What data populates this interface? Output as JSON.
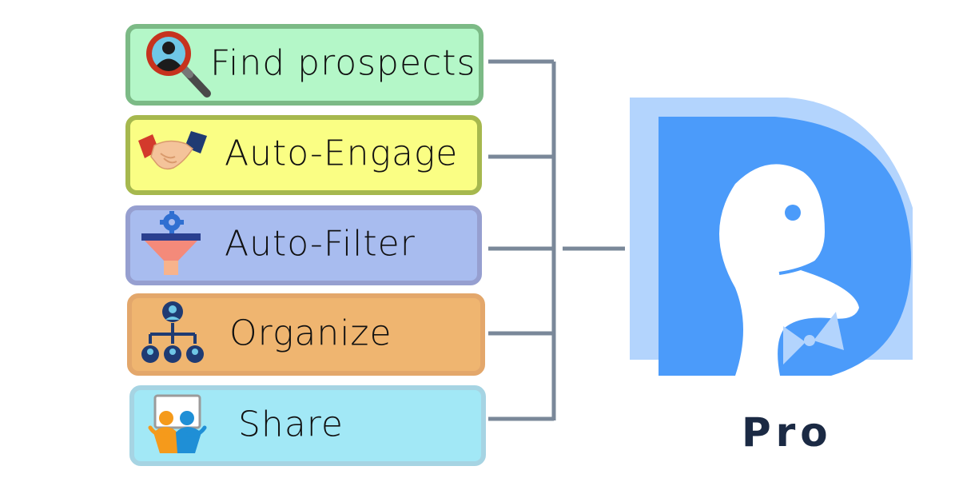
{
  "features": [
    {
      "key": "find",
      "label": "Find prospects",
      "icon": "magnifier-person-icon"
    },
    {
      "key": "engage",
      "label": "Auto-Engage",
      "icon": "handshake-icon"
    },
    {
      "key": "filter",
      "label": "Auto-Filter",
      "icon": "funnel-gear-icon"
    },
    {
      "key": "organize",
      "label": "Organize",
      "icon": "org-hierarchy-icon"
    },
    {
      "key": "share",
      "label": "Share",
      "icon": "people-share-icon"
    }
  ],
  "brand": {
    "tagline": "Pro"
  },
  "colors": {
    "connector": "#7a8899",
    "logo_blue": "#4b9bfa",
    "logo_light": "#b3d4fd",
    "brand_text": "#1b2a44"
  }
}
